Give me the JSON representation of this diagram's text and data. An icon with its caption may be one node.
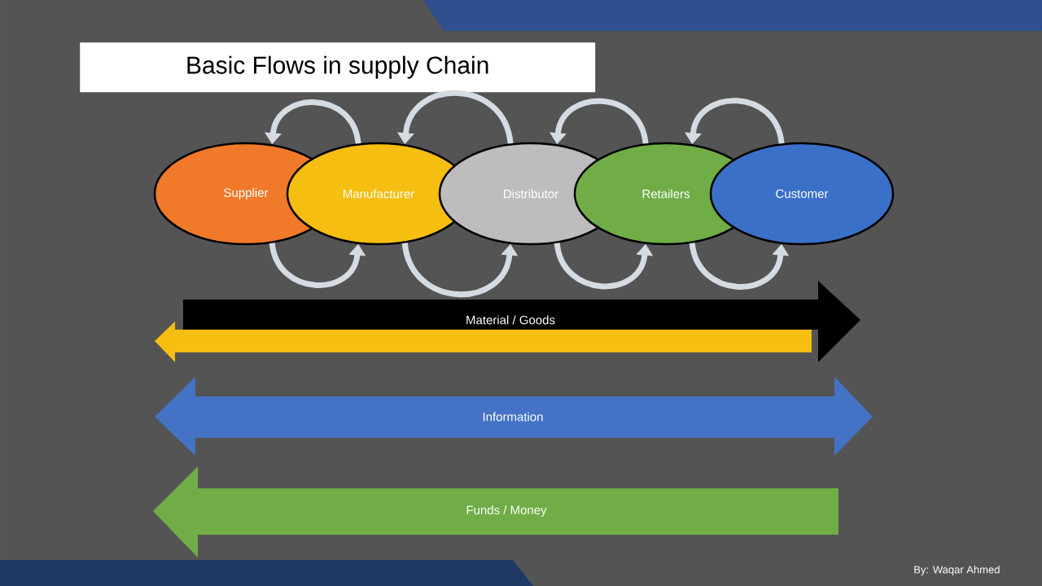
{
  "diagram": {
    "title": "Basic Flows in supply Chain",
    "nodes": [
      {
        "text": [
          "Supplier"
        ]
      },
      {
        "text": [
          "Manufacturer"
        ]
      },
      {
        "text": [
          "Distributor"
        ]
      },
      {
        "text": [
          "Retailers"
        ]
      },
      {
        "text": [
          "Customer"
        ]
      },
      {
        "text": [
          "Material / Goods"
        ]
      },
      {
        "text": [],
        "shape": "arrow"
      },
      {
        "text": [
          "Information"
        ]
      },
      {
        "text": [
          "Funds / Money"
        ]
      }
    ],
    "edges": [
      {
        "from": 1,
        "to": 0,
        "arrow": "to"
      },
      {
        "from": 2,
        "to": 1,
        "arrow": "to"
      },
      {
        "from": 3,
        "to": 2,
        "arrow": "to"
      },
      {
        "from": 4,
        "to": 3,
        "arrow": "to"
      },
      {
        "from": 0,
        "to": 1,
        "arrow": "to"
      },
      {
        "from": 1,
        "to": 2,
        "arrow": "to"
      },
      {
        "from": 2,
        "to": 3,
        "arrow": "to"
      },
      {
        "from": 3,
        "to": 4,
        "arrow": "to"
      }
    ],
    "labels": [
      "By: Waqar Ahmed"
    ]
  }
}
